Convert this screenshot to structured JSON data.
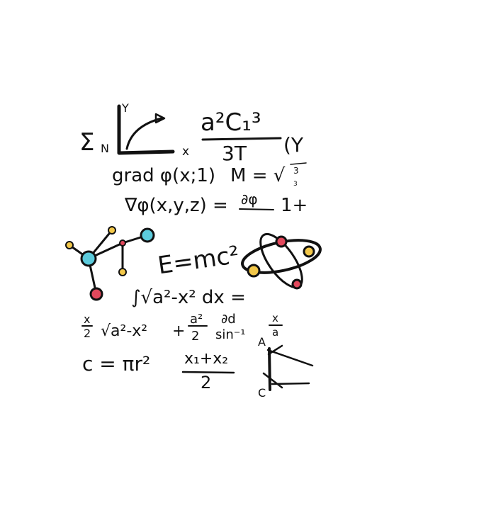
{
  "illustration": {
    "formulas": {
      "sum_symbol": "Σ",
      "sum_subscript": "N",
      "axis_y": "Y",
      "axis_x": "x",
      "fraction_numerator": "a²C₁³",
      "fraction_denominator": "3T",
      "fraction_suffix": "(Y",
      "grad_line": "grad φ(x;1)",
      "m_eq": "M = √",
      "m_num": "3",
      "m_den": "3",
      "nabla_line": "∇φ(x,y,z) =",
      "partial": "∂φ",
      "one_plus": "1+",
      "einstein": "E=mc²",
      "integral": "∫√a²-x² dx =",
      "result_x_num": "x",
      "result_x_den": "2",
      "result_sqrt": "√a²-x²",
      "result_plus": "+",
      "result_a_num": "a²",
      "result_a_den": "2",
      "result_sin": "sin⁻¹",
      "result_partial": "∂d",
      "result_xa_num": "x",
      "result_xa_den": "a",
      "circle_formula": "c = πr²",
      "midpoint_num": "x₁+x₂",
      "midpoint_den": "2",
      "triangle_label_a": "A",
      "triangle_label_c": "C"
    },
    "colors": {
      "ink": "#111111",
      "red": "#e2485c",
      "yellow": "#f3c84a",
      "cyan": "#5ccbdc"
    }
  }
}
